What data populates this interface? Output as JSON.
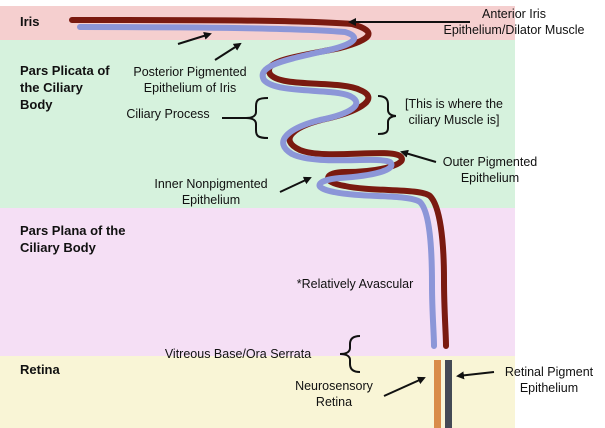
{
  "colors": {
    "iris_band": "#f5cfcf",
    "plicata_band": "#d6f2dd",
    "plana_band": "#f5dff5",
    "retina_band": "#f9f5d6",
    "outer_epithelium": "#7a1a10",
    "inner_epithelium": "#8c96d8",
    "neurosensory_retina": "#d98c4a",
    "rpe": "#444a55"
  },
  "regions": {
    "iris": "Iris",
    "pars_plicata": "Pars Plicata of\nthe Ciliary\nBody",
    "pars_plana": "Pars Plana of the\nCiliary Body",
    "retina": "Retina"
  },
  "labels": {
    "anterior_iris": "Anterior Iris\nEpithelium/Dilator Muscle",
    "posterior_pigmented": "Posterior Pigmented\nEpithelium of Iris",
    "ciliary_process": "Ciliary Process",
    "ciliary_muscle_note": "[This is where the\nciliary Muscle is]",
    "outer_pigmented": "Outer Pigmented\nEpithelium",
    "inner_nonpigmented": "Inner Nonpigmented\nEpithelium",
    "relatively_avascular": "*Relatively Avascular",
    "vitreous_base": "Vitreous Base/Ora Serrata",
    "neurosensory_retina": "Neurosensory\nRetina",
    "retinal_pigment": "Retinal Pigment\nEpithelium"
  }
}
